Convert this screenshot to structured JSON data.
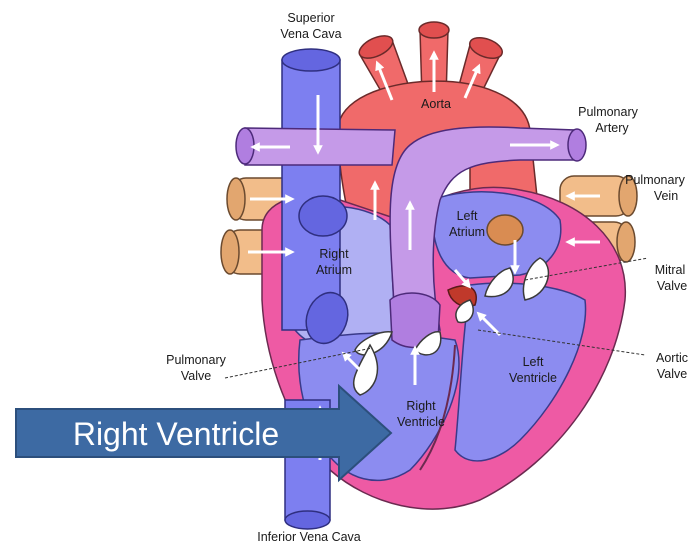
{
  "labels": {
    "superior_vena_cava_1": "Superior",
    "superior_vena_cava_2": "Vena Cava",
    "aorta": "Aorta",
    "pulmonary_artery_1": "Pulmonary",
    "pulmonary_artery_2": "Artery",
    "pulmonary_vein_1": "Pulmonary",
    "pulmonary_vein_2": "Vein",
    "mitral_valve_1": "Mitral",
    "mitral_valve_2": "Valve",
    "aortic_valve_1": "Aortic",
    "aortic_valve_2": "Valve",
    "left_atrium_1": "Left",
    "left_atrium_2": "Atrium",
    "right_atrium_1": "Right",
    "right_atrium_2": "Atrium",
    "left_ventricle_1": "Left",
    "left_ventricle_2": "Ventricle",
    "right_ventricle_1": "Right",
    "right_ventricle_2": "Ventricle",
    "pulmonary_valve_1": "Pulmonary",
    "pulmonary_valve_2": "Valve",
    "inferior_vena_cava": "Inferior Vena Cava"
  },
  "callout": {
    "text": "Right Ventricle",
    "fill": "#3d6aa3",
    "stroke": "#2c4f7c"
  },
  "colors": {
    "aorta": "#f06a6a",
    "vena_cava": "#7d7ff0",
    "pulmonary_artery": "#c59ae8",
    "pulmonary_vein": "#f2bd8a",
    "heart_wall": "#ee5aa4",
    "right_chamber": "#b0b0f3",
    "left_chamber": "#8c8cf0"
  }
}
